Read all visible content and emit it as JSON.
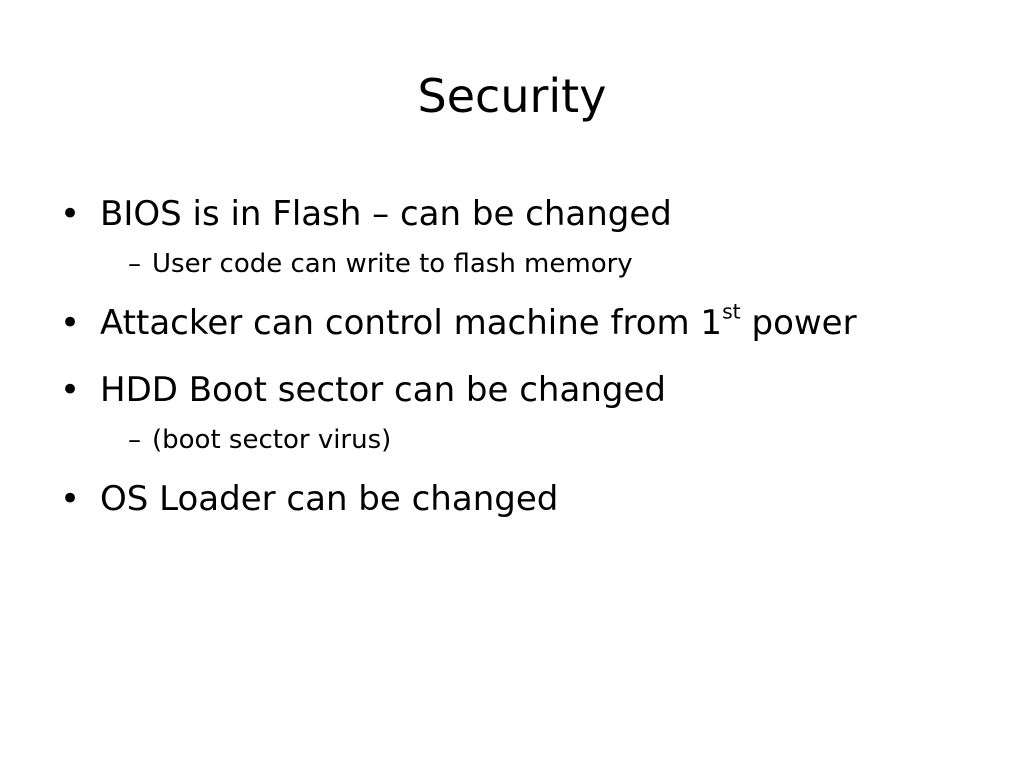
{
  "slide": {
    "title": "Security",
    "bullet_marker": "•",
    "sub_marker": "–",
    "items": [
      {
        "text": "BIOS is in Flash – can be changed"
      },
      {
        "text": "User code can write to flash memory"
      },
      {
        "text_before": "Attacker can control machine from 1",
        "superscript": "st",
        "text_after": " power"
      },
      {
        "text": "HDD Boot sector can be changed"
      },
      {
        "text": "(boot sector virus)"
      },
      {
        "text": "OS Loader can be changed"
      }
    ]
  }
}
